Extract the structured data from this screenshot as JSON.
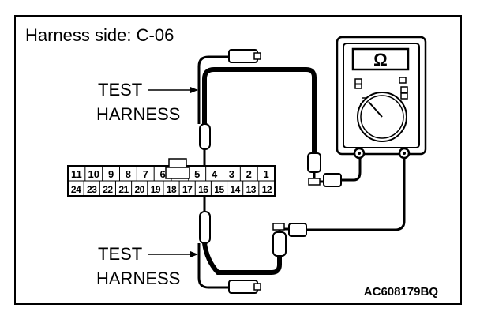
{
  "title": "Harness side: C-06",
  "test_harness_labels": [
    {
      "line1": "TEST",
      "line2": "HARNESS"
    },
    {
      "line1": "TEST",
      "line2": "HARNESS"
    }
  ],
  "connector": {
    "top_row": [
      "11",
      "10",
      "9",
      "8",
      "7",
      "6",
      "",
      "5",
      "4",
      "3",
      "2",
      "1"
    ],
    "bottom_row": [
      "24",
      "23",
      "22",
      "21",
      "20",
      "19",
      "18",
      "17",
      "16",
      "15",
      "14",
      "13",
      "12"
    ]
  },
  "meter": {
    "unit_symbol": "Ω",
    "unit_icon": "ohm-icon"
  },
  "figure_code": "AC608179BQ"
}
